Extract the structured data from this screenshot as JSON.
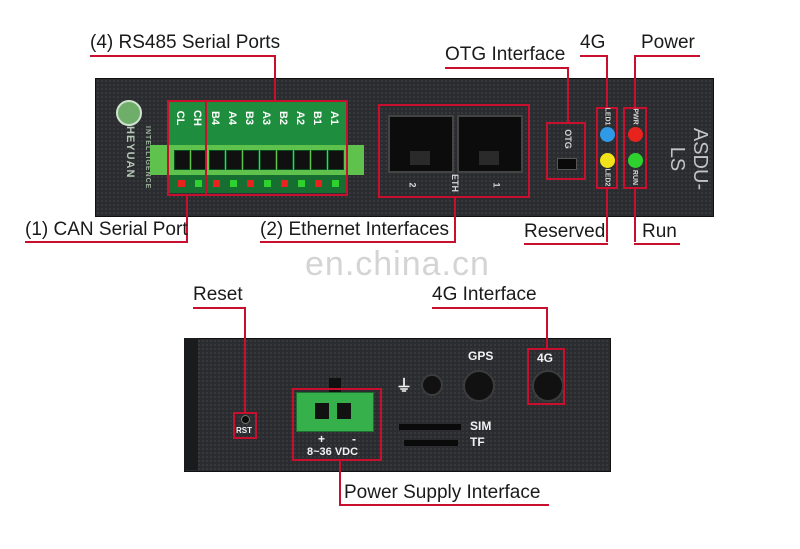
{
  "callouts": {
    "rs485": "(4) RS485 Serial Ports",
    "otg": "OTG Interface",
    "led_4g": "4G",
    "power": "Power",
    "can": "(1) CAN Serial Port",
    "ethernet": "(2) Ethernet Interfaces",
    "reserved": "Reserved",
    "run": "Run",
    "reset": "Reset",
    "iface_4g": "4G Interface",
    "power_supply": "Power Supply Interface"
  },
  "watermark": "en.china.cn",
  "front_panel": {
    "brand_name": "HEYUAN",
    "brand_sub": "INTELLIGENCE",
    "model": "ASDU-LS",
    "terminals": [
      "CL",
      "CH",
      "B4",
      "A4",
      "B3",
      "A3",
      "B2",
      "A2",
      "B1",
      "A1"
    ],
    "eth_label": "ETH",
    "eth_port_left": "2",
    "eth_port_right": "1",
    "otg_label": "OTG",
    "led_labels": {
      "led1": "LED1",
      "led2": "LED2",
      "pwr": "PWR",
      "run": "RUN"
    },
    "led_colors": {
      "led1": "#2f9be8",
      "led2": "#f2e21a",
      "pwr": "#e8231d",
      "run": "#2fd12f"
    }
  },
  "rear_panel": {
    "rst_label": "RST",
    "gps_label": "GPS",
    "g4_label": "4G",
    "sim_label": "SIM",
    "tf_label": "TF",
    "plus": "+",
    "minus": "-",
    "voltage": "8~36 VDC",
    "ground_symbol": "⏚"
  },
  "colors": {
    "accent": "#c8102e",
    "device": "#2a2c2f",
    "terminal_green": "#1e8e3e"
  }
}
